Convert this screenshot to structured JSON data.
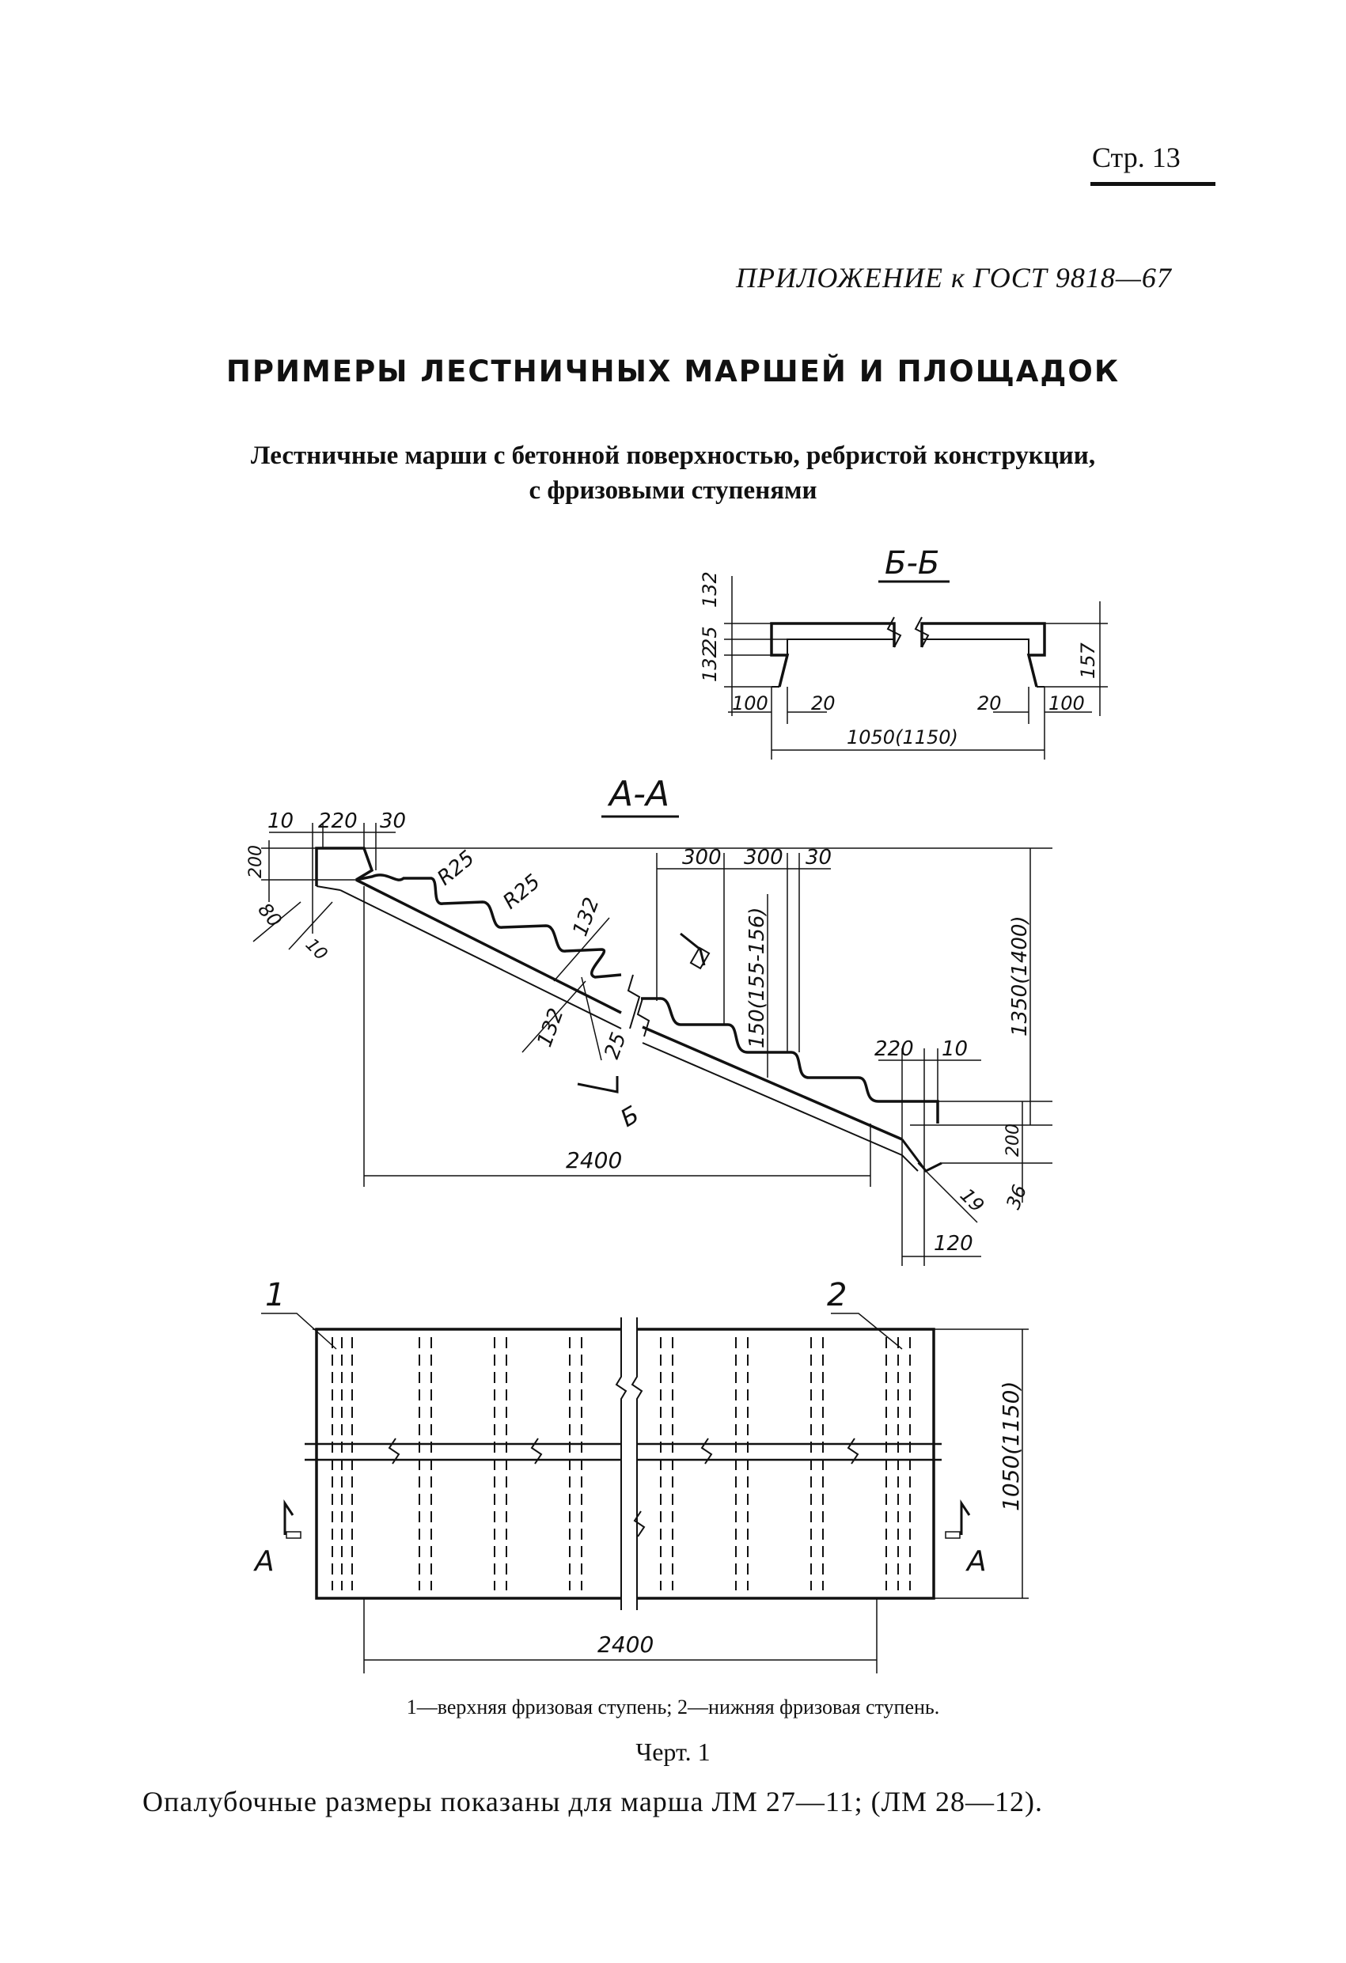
{
  "header": {
    "page_number": "Стр. 13",
    "appendix": "ПРИЛОЖЕНИЕ к ГОСТ 9818—67"
  },
  "title": "ПРИМЕРЫ ЛЕСТНИЧНЫХ МАРШЕЙ И ПЛОЩАДОК",
  "subtitle": {
    "line1": "Лестничные марши с бетонной поверхностью, ребристой конструкции,",
    "line2": "с фризовыми ступенями"
  },
  "drawing": {
    "section_bb": {
      "title": "Б-Б",
      "dims": {
        "d132_top": "132",
        "d25": "25",
        "d132_bottom": "132",
        "d157": "157",
        "d100_left": "100",
        "d20_left": "20",
        "d20_right": "20",
        "d100_right": "100",
        "width": "1050(1150)"
      }
    },
    "section_aa": {
      "title": "А-А",
      "dims": {
        "d10": "10",
        "d220": "220",
        "d30": "30",
        "d200": "200",
        "d80": "80",
        "d10b": "10",
        "r25a": "R25",
        "r25b": "R25",
        "d132a": "132",
        "d300a": "300",
        "d300b": "300",
        "d30b": "30",
        "d150": "150(155-156)",
        "d1350": "1350(1400)",
        "d132b": "132",
        "d25b": "25",
        "d220b": "220",
        "d10c": "10",
        "d200b": "200",
        "d19": "19",
        "d36": "36",
        "d120": "120",
        "d2400": "2400"
      },
      "cut_label": "Б"
    },
    "plan": {
      "callout1": "1",
      "callout2": "2",
      "width": "1050(1150)",
      "length": "2400",
      "cut_label_left": "А",
      "cut_label_right": "А"
    }
  },
  "legend": "1—верхняя фризовая ступень; 2—нижняя фризовая ступень.",
  "figure_label": "Черт. 1",
  "note": "Опалубочные размеры показаны для марша ЛМ 27—11; (ЛМ 28—12)."
}
